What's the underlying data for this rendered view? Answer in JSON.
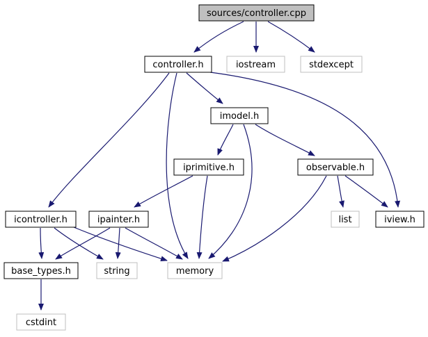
{
  "graph": {
    "colors": {
      "edge": "#191970",
      "root_fill": "#bfbfbf",
      "node_fill": "#ffffff",
      "node_border": "#000000",
      "external_border": "#bfbfbf",
      "external_text": "#404040"
    },
    "nodes": [
      {
        "id": "controller_cpp",
        "label": "sources/controller.cpp",
        "kind": "root"
      },
      {
        "id": "controller_h",
        "label": "controller.h",
        "kind": "local"
      },
      {
        "id": "iostream",
        "label": "iostream",
        "kind": "external"
      },
      {
        "id": "stdexcept",
        "label": "stdexcept",
        "kind": "external"
      },
      {
        "id": "imodel_h",
        "label": "imodel.h",
        "kind": "local"
      },
      {
        "id": "iprimitive_h",
        "label": "iprimitive.h",
        "kind": "local"
      },
      {
        "id": "observable_h",
        "label": "observable.h",
        "kind": "local"
      },
      {
        "id": "icontroller_h",
        "label": "icontroller.h",
        "kind": "local"
      },
      {
        "id": "ipainter_h",
        "label": "ipainter.h",
        "kind": "local"
      },
      {
        "id": "list",
        "label": "list",
        "kind": "external"
      },
      {
        "id": "iview_h",
        "label": "iview.h",
        "kind": "local"
      },
      {
        "id": "base_types_h",
        "label": "base_types.h",
        "kind": "local"
      },
      {
        "id": "string",
        "label": "string",
        "kind": "external"
      },
      {
        "id": "memory",
        "label": "memory",
        "kind": "external"
      },
      {
        "id": "cstdint",
        "label": "cstdint",
        "kind": "external"
      }
    ],
    "edges": [
      {
        "from": "controller_cpp",
        "to": "controller_h"
      },
      {
        "from": "controller_cpp",
        "to": "iostream"
      },
      {
        "from": "controller_cpp",
        "to": "stdexcept"
      },
      {
        "from": "controller_h",
        "to": "imodel_h"
      },
      {
        "from": "controller_h",
        "to": "icontroller_h"
      },
      {
        "from": "controller_h",
        "to": "memory"
      },
      {
        "from": "controller_h",
        "to": "iview_h"
      },
      {
        "from": "imodel_h",
        "to": "iprimitive_h"
      },
      {
        "from": "imodel_h",
        "to": "observable_h"
      },
      {
        "from": "imodel_h",
        "to": "memory"
      },
      {
        "from": "iprimitive_h",
        "to": "ipainter_h"
      },
      {
        "from": "iprimitive_h",
        "to": "memory"
      },
      {
        "from": "observable_h",
        "to": "list"
      },
      {
        "from": "observable_h",
        "to": "iview_h"
      },
      {
        "from": "observable_h",
        "to": "memory"
      },
      {
        "from": "icontroller_h",
        "to": "base_types_h"
      },
      {
        "from": "icontroller_h",
        "to": "string"
      },
      {
        "from": "icontroller_h",
        "to": "memory"
      },
      {
        "from": "ipainter_h",
        "to": "base_types_h"
      },
      {
        "from": "ipainter_h",
        "to": "string"
      },
      {
        "from": "ipainter_h",
        "to": "memory"
      },
      {
        "from": "base_types_h",
        "to": "cstdint"
      }
    ]
  }
}
